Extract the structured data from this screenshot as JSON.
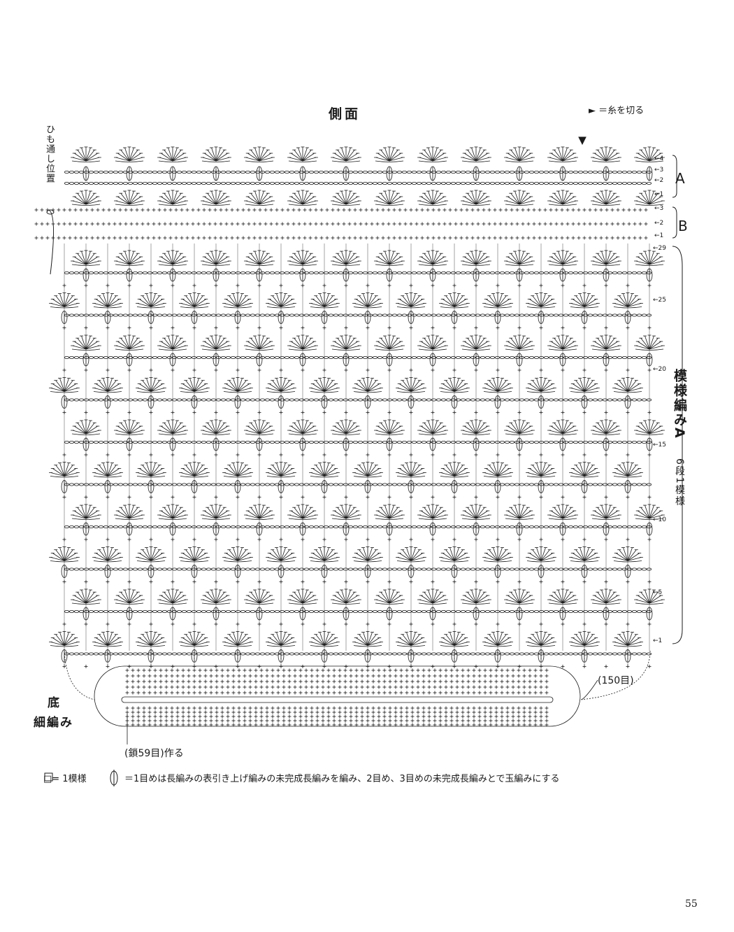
{
  "title": "側面",
  "legend_cut": "► ＝糸を切る",
  "cord_position_label": "ひも通し位置",
  "section_a_label": "A",
  "section_b_label": "B",
  "pattern_label": "模様編みA",
  "pattern_sub": "6段1模様",
  "bottom_title": "底",
  "bottom_sub": "細編み",
  "stitch_count": "(150目)",
  "chain_count": "(鎖59目)作る",
  "legend_repeat": "□= 1模様",
  "legend_bobble": "＝1目めは長編みの表引き上げ編みの未完成長編みを編み、2目め、3目めの未完成長編みとで玉編みにする",
  "page_number": "55",
  "row_numbers": {
    "a_rows": [
      "←4",
      "←3",
      "←2",
      "←1"
    ],
    "b_rows": [
      "←3",
      "←2",
      "←1"
    ],
    "main_rows": [
      "←29",
      "←25",
      "←20",
      "←15",
      "←10",
      "←5",
      "←1"
    ]
  },
  "colors": {
    "ink": "#1a1a1a",
    "paper": "#ffffff"
  }
}
